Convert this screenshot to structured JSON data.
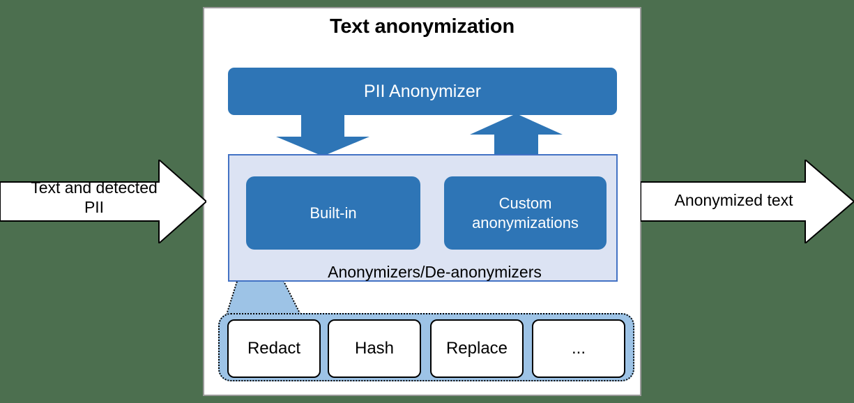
{
  "diagram": {
    "title": "Text anonymization",
    "top_component": {
      "label": "PII Anonymizer"
    },
    "container": {
      "label": "Anonymizers/De-anonymizers",
      "cards": [
        {
          "label": "Built-in"
        },
        {
          "label": "Custom\nanonymizations",
          "line1": "Custom",
          "line2": "anonymizations"
        }
      ]
    },
    "types_strip": {
      "items": [
        {
          "label": "Redact"
        },
        {
          "label": "Hash"
        },
        {
          "label": "Replace"
        },
        {
          "label": "..."
        }
      ]
    },
    "input_arrow": {
      "line1": "Text and detected",
      "line2": "PII"
    },
    "output_arrow": {
      "line1": "Anonymized text"
    },
    "flow_arrows": [
      {
        "name": "arrow-down-to-anonymizers",
        "direction": "down"
      },
      {
        "name": "arrow-up-to-pii-anonymizer",
        "direction": "up"
      }
    ]
  },
  "colors": {
    "background": "#4c6f4f",
    "frame_border": "#9a9a9a",
    "primary_blue": "#2e75b6",
    "container_fill": "#dce3f3",
    "container_border": "#4372c4",
    "strip_fill": "#9dc3e6",
    "text_dark": "#000000",
    "text_light": "#ffffff"
  }
}
